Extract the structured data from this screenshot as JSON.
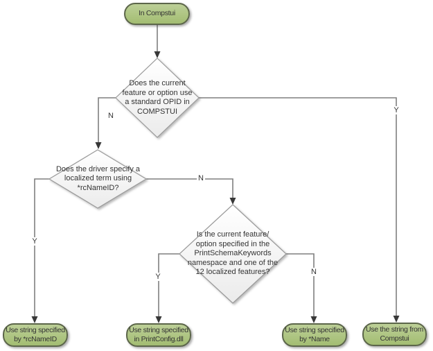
{
  "flowchart": {
    "start": {
      "label": "In Compstui"
    },
    "decisions": {
      "opid": {
        "label": "Does the current\nfeature or option use\na standard OPID in\nCOMPSTUI"
      },
      "rcnameid": {
        "label": "Does the driver specify a\nlocalized term using\n*rcNameID?"
      },
      "schema": {
        "label": "Is the current feature/\noption specified in the\nPrintSchemaKeywords\nnamespace and one of the\n12 localized features?"
      }
    },
    "terminals": {
      "rcnameid": {
        "label": "Use string specified\nby *rcNameID"
      },
      "printconfig": {
        "label": "Use string specified\nin PrintConfig.dll"
      },
      "name": {
        "label": "Use string specified\nby *Name"
      },
      "compstui": {
        "label": "Use the string from\nCompstui"
      }
    },
    "branch_labels": {
      "opid_no": "N",
      "opid_yes": "Y",
      "rcnameid_yes": "Y",
      "rcnameid_no": "N",
      "schema_yes": "Y",
      "schema_no": "N"
    }
  },
  "colors": {
    "terminal_fill_top": "#bccf97",
    "terminal_fill_bottom": "#a3bd72",
    "terminal_border": "#5c664a",
    "decision_fill_top": "#ffffff",
    "decision_fill_bottom": "#ebebeb",
    "decision_border": "#9a9a9a",
    "connector": "#7f7f7f",
    "arrowhead": "#383838",
    "text": "#333333",
    "background": "#ffffff"
  }
}
